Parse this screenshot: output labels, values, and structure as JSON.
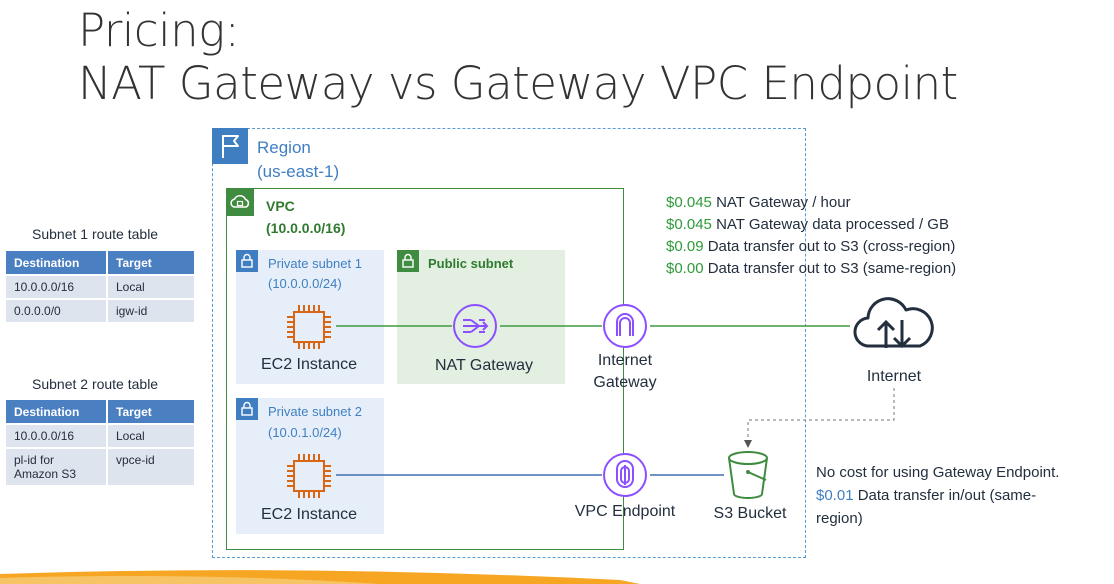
{
  "title": {
    "line1": "Pricing:",
    "line2": "NAT Gateway vs Gateway VPC Endpoint"
  },
  "route_tables": [
    {
      "caption": "Subnet 1 route table",
      "headers": [
        "Destination",
        "Target"
      ],
      "rows": [
        [
          "10.0.0.0/16",
          "Local"
        ],
        [
          "0.0.0.0/0",
          "igw-id"
        ]
      ]
    },
    {
      "caption": "Subnet 2 route table",
      "headers": [
        "Destination",
        "Target"
      ],
      "rows": [
        [
          "10.0.0.0/16",
          "Local"
        ],
        [
          "pl-id for",
          "vpce-id"
        ]
      ],
      "row2_dest_line2": "Amazon S3"
    }
  ],
  "region": {
    "label": "Region",
    "name": "(us-east-1)"
  },
  "vpc": {
    "label": "VPC",
    "cidr": "(10.0.0.0/16)"
  },
  "subnets": {
    "private1": {
      "label": "Private subnet 1",
      "cidr": "(10.0.0.0/24)"
    },
    "public": {
      "label": "Public subnet"
    },
    "private2": {
      "label": "Private subnet 2",
      "cidr": "(10.0.1.0/24)"
    }
  },
  "nodes": {
    "ec2_1": "EC2 Instance",
    "nat_gateway": "NAT Gateway",
    "internet_gateway_line1": "Internet",
    "internet_gateway_line2": "Gateway",
    "internet": "Internet",
    "ec2_2": "EC2 Instance",
    "vpc_endpoint": "VPC Endpoint",
    "s3_bucket": "S3 Bucket"
  },
  "nat_pricing": [
    {
      "price": "$0.045",
      "desc": "NAT Gateway / hour"
    },
    {
      "price": "$0.045",
      "desc": "NAT Gateway data processed / GB"
    },
    {
      "price": "$0.09",
      "desc": "Data transfer out to S3 (cross-region)"
    },
    {
      "price": "$0.00",
      "desc": "Data transfer out to S3 (same-region)"
    }
  ],
  "endpoint_pricing": {
    "line1": "No cost for using Gateway Endpoint.",
    "price": "$0.01",
    "line2_desc": "Data transfer in/out (same-",
    "line3": "region)"
  },
  "colors": {
    "region_blue": "#3f7fc1",
    "vpc_green": "#3f8b3f",
    "price_green": "#2f9a3a",
    "ec2_orange": "#d86613",
    "endpoint_purple": "#8c4fff",
    "s3_green": "#3f8b3f",
    "table_header": "#4a7fc1",
    "table_cell": "#dde4ee",
    "bottom_bar": "#f6a623"
  },
  "icons": [
    "region-flag-icon",
    "vpc-cloud-icon",
    "lock-icon",
    "ec2-chip-icon",
    "nat-gateway-icon",
    "internet-gateway-icon",
    "internet-cloud-icon",
    "vpc-endpoint-icon",
    "s3-bucket-icon"
  ]
}
